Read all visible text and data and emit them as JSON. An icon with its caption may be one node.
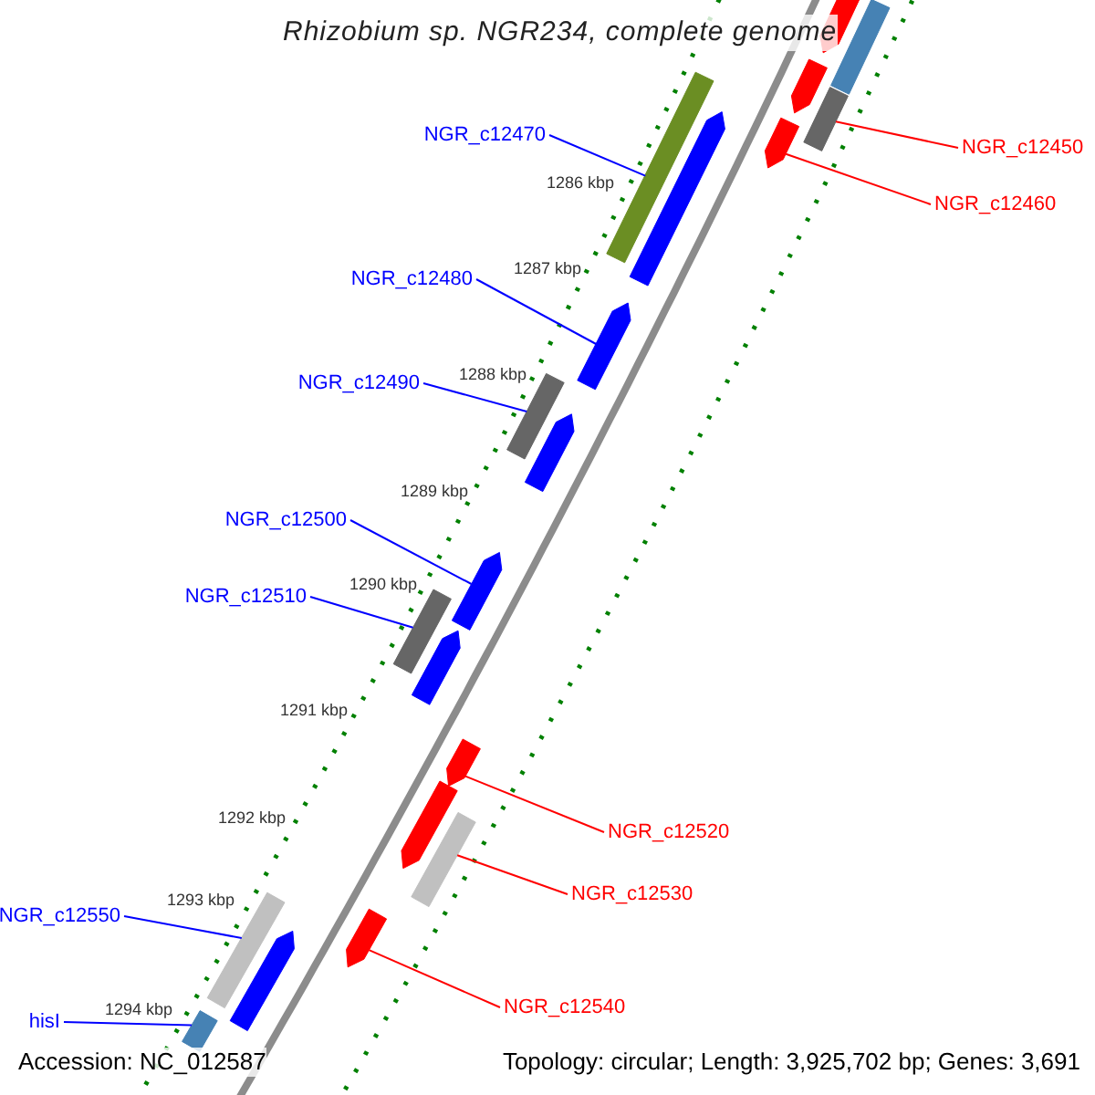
{
  "diagram": {
    "title": "Rhizobium sp. NGR234, complete genome",
    "nodes": [
      {
        "text": [
          "NGR_c12470"
        ]
      },
      {
        "text": [
          "NGR_c12450"
        ]
      },
      {
        "text": [
          "NGR_c12460"
        ]
      },
      {
        "text": [
          "NGR_c12480"
        ]
      },
      {
        "text": [
          "NGR_c12490"
        ]
      },
      {
        "text": [
          "NGR_c12500"
        ]
      },
      {
        "text": [
          "NGR_c12510"
        ]
      },
      {
        "text": [
          "NGR_c12520"
        ]
      },
      {
        "text": [
          "NGR_c12530"
        ]
      },
      {
        "text": [
          "NGR_c12550"
        ]
      },
      {
        "text": [
          "NGR_c12540"
        ]
      },
      {
        "text": [
          "hisI"
        ]
      },
      {
        "text": [],
        "shape": "bar"
      },
      {
        "text": [],
        "shape": "bar"
      },
      {
        "text": [],
        "shape": "bar"
      },
      {
        "text": [],
        "shape": "bar"
      },
      {
        "text": [],
        "shape": "bar"
      },
      {
        "text": [],
        "shape": "bar"
      },
      {
        "text": [],
        "shape": "bar"
      },
      {
        "text": [],
        "shape": "bar"
      },
      {
        "text": [],
        "shape": "bar"
      },
      {
        "text": [],
        "shape": "bar"
      },
      {
        "text": [],
        "shape": "bar"
      },
      {
        "text": [],
        "shape": "bar"
      },
      {
        "text": [],
        "shape": "bar"
      },
      {
        "text": [],
        "shape": "bar"
      },
      {
        "text": [],
        "shape": "bar"
      },
      {
        "text": [],
        "shape": "bar"
      },
      {
        "text": [],
        "shape": "bar"
      },
      {
        "text": [],
        "shape": "bar"
      },
      {
        "text": [],
        "shape": "bar"
      },
      {
        "text": [],
        "shape": "bar"
      }
    ],
    "edges": [
      {
        "from": 0,
        "to": 17,
        "arrow": "none"
      },
      {
        "from": 1,
        "to": 15,
        "arrow": "none",
        "color": "#ff0000"
      },
      {
        "from": 2,
        "to": 16,
        "arrow": "none",
        "color": "#ff0000"
      },
      {
        "from": 3,
        "to": 19,
        "arrow": "none"
      },
      {
        "from": 4,
        "to": 20,
        "arrow": "none"
      },
      {
        "from": 5,
        "to": 22,
        "arrow": "none"
      },
      {
        "from": 6,
        "to": 23,
        "arrow": "none"
      },
      {
        "from": 7,
        "to": 25,
        "arrow": "none",
        "color": "#ff0000"
      },
      {
        "from": 8,
        "to": 27,
        "arrow": "none",
        "color": "#ff0000"
      },
      {
        "from": 9,
        "to": 29,
        "arrow": "none"
      },
      {
        "from": 10,
        "to": 28,
        "arrow": "none",
        "color": "#ff0000"
      },
      {
        "from": 11,
        "to": 31,
        "arrow": "none"
      }
    ],
    "labels": [
      "1286 kbp",
      "1287 kbp",
      "1288 kbp",
      "1289 kbp",
      "1290 kbp",
      "1291 kbp",
      "1292 kbp",
      "1293 kbp",
      "1294 kbp",
      "Accession: NC_012587",
      "Topology: circular; Length: 3,925,702 bp; Genes: 3,691"
    ]
  }
}
